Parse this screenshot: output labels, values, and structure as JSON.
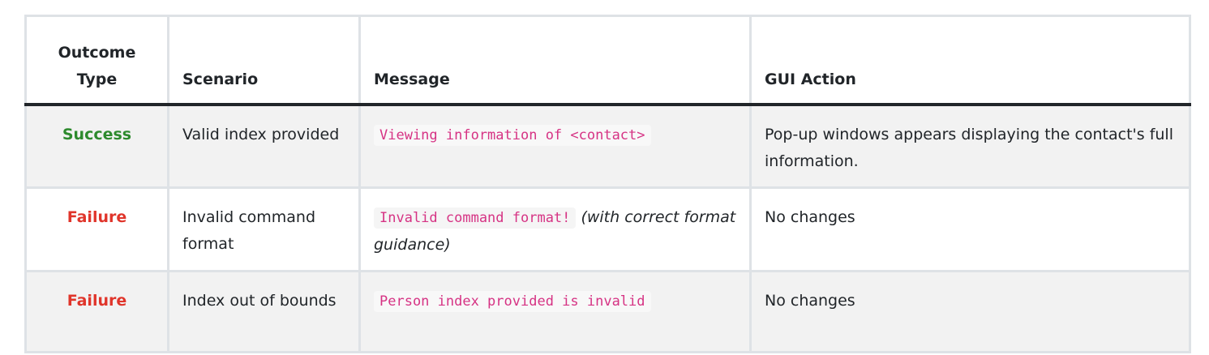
{
  "table": {
    "headers": {
      "outcome": "Outcome Type",
      "scenario": "Scenario",
      "message": "Message",
      "gui_action": "GUI Action"
    },
    "rows": [
      {
        "outcome": "Success",
        "scenario": "Valid index provided",
        "message_code": "Viewing information of <contact>",
        "message_note": "",
        "gui_action": "Pop-up windows appears displaying the contact's full information."
      },
      {
        "outcome": "Failure",
        "scenario": "Invalid command format",
        "message_code": "Invalid command format!",
        "message_note": "(with correct format guidance)",
        "gui_action": "No changes"
      },
      {
        "outcome": "Failure",
        "scenario": "Index out of bounds",
        "message_code": "Person index provided is invalid",
        "message_note": "",
        "gui_action": "No changes"
      }
    ]
  },
  "colors": {
    "success": "#2d8a2d",
    "failure": "#e0352b",
    "code_text": "#d63384"
  }
}
